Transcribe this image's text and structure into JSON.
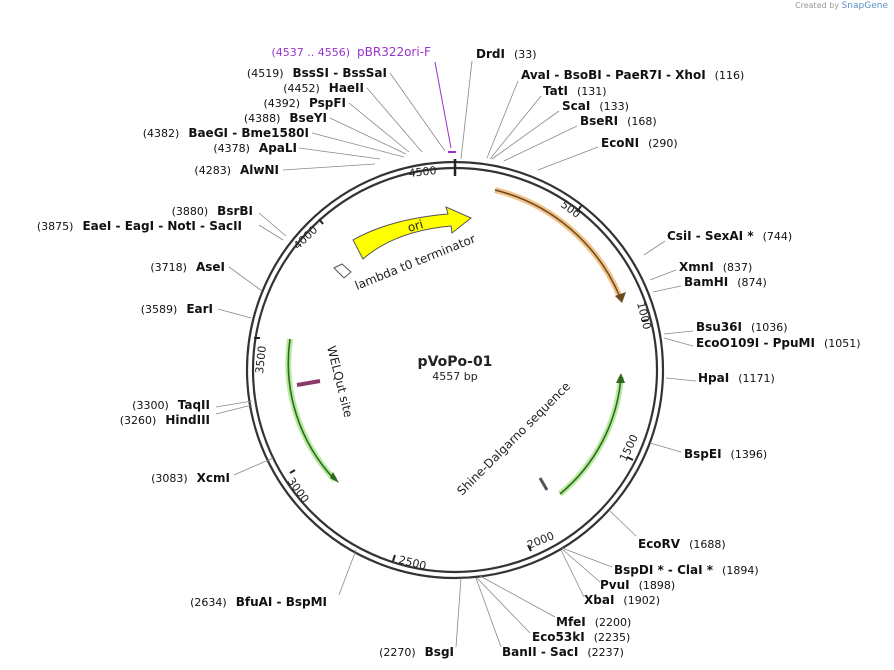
{
  "credit": {
    "prefix": "Created by",
    "brand": "SnapGene"
  },
  "map": {
    "name": "pVoPo-01",
    "length": "4557 bp",
    "total_bp": 4557
  },
  "ticks": [
    "500",
    "1000",
    "1500",
    "2000",
    "2500",
    "3000",
    "3500",
    "4000",
    "4500"
  ],
  "features": [
    {
      "name": "ori",
      "color": "#ffff00"
    },
    {
      "name": "lambda t0 terminator"
    },
    {
      "name": "WELQut site"
    },
    {
      "name": "Shine-Dalgarno sequence"
    }
  ],
  "primer": {
    "range": "(4537 .. 4556)",
    "name": "pBR322ori-F",
    "color": "#9933cc"
  },
  "sites": [
    {
      "name": "DrdI",
      "pos": "(33)"
    },
    {
      "name": "AvaI  -  BsoBI  -  PaeR7I  -  XhoI",
      "pos": "(116)"
    },
    {
      "name": "TatI",
      "pos": "(131)"
    },
    {
      "name": "ScaI",
      "pos": "(133)"
    },
    {
      "name": "BseRI",
      "pos": "(168)"
    },
    {
      "name": "EcoNI",
      "pos": "(290)"
    },
    {
      "name": "CsiI  -  SexAI *",
      "pos": "(744)"
    },
    {
      "name": "XmnI",
      "pos": "(837)"
    },
    {
      "name": "BamHI",
      "pos": "(874)"
    },
    {
      "name": "Bsu36I",
      "pos": "(1036)"
    },
    {
      "name": "EcoO109I  -  PpuMI",
      "pos": "(1051)"
    },
    {
      "name": "HpaI",
      "pos": "(1171)"
    },
    {
      "name": "BspEI",
      "pos": "(1396)"
    },
    {
      "name": "EcoRV",
      "pos": "(1688)"
    },
    {
      "name": "BspDI *  -  ClaI *",
      "pos": "(1894)"
    },
    {
      "name": "PvuI",
      "pos": "(1898)"
    },
    {
      "name": "XbaI",
      "pos": "(1902)"
    },
    {
      "name": "MfeI",
      "pos": "(2200)"
    },
    {
      "name": "Eco53kI",
      "pos": "(2235)"
    },
    {
      "name": "BanII  -  SacI",
      "pos": "(2237)"
    },
    {
      "name": "BsgI",
      "pos": "(2270)"
    },
    {
      "name": "BfuAI  -  BspMI",
      "pos": "(2634)"
    },
    {
      "name": "XcmI",
      "pos": "(3083)"
    },
    {
      "name": "HindIII",
      "pos": "(3260)"
    },
    {
      "name": "TaqII",
      "pos": "(3300)"
    },
    {
      "name": "EarI",
      "pos": "(3589)"
    },
    {
      "name": "AseI",
      "pos": "(3718)"
    },
    {
      "name": "EaeI  -  EagI  -  NotI  -  SacII",
      "pos": "(3875)"
    },
    {
      "name": "BsrBI",
      "pos": "(3880)"
    },
    {
      "name": "AlwNI",
      "pos": "(4283)"
    },
    {
      "name": "ApaLI",
      "pos": "(4378)"
    },
    {
      "name": "BaeGI  -  Bme1580I",
      "pos": "(4382)"
    },
    {
      "name": "BseYI",
      "pos": "(4388)"
    },
    {
      "name": "PspFI",
      "pos": "(4392)"
    },
    {
      "name": "HaeII",
      "pos": "(4452)"
    },
    {
      "name": "BssSI  -  BssSaI",
      "pos": "(4519)"
    }
  ]
}
